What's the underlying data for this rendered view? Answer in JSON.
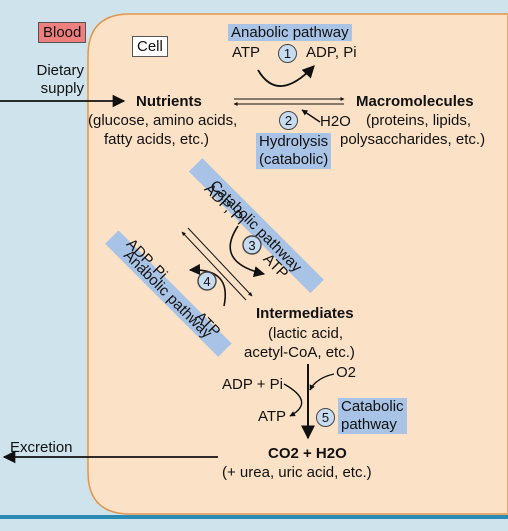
{
  "colors": {
    "blood_bg": "#cfe3ec",
    "cell_bg": "#fbe2c7",
    "cell_border": "#e2964a",
    "highlight": "#a9c3e6",
    "blood_label_bg": "#ee7f7f",
    "arrow": "#111111"
  },
  "labels": {
    "blood": "Blood",
    "cell": "Cell",
    "dietary_supply_line1": "Dietary",
    "dietary_supply_line2": "supply",
    "excretion": "Excretion"
  },
  "pathways": {
    "anabolic_top_title": "Anabolic pathway",
    "anabolic_top_atp": "ATP",
    "anabolic_top_num": "1",
    "anabolic_top_adp": "ADP, Pi",
    "hydrolysis_num": "2",
    "hydrolysis_h2o": "H2O",
    "hydrolysis_line1": "Hydrolysis",
    "hydrolysis_line2": "(catabolic)",
    "catabolic_diag_title": "Catabolic pathway",
    "catabolic_diag_adp": "ADP, Pi",
    "catabolic_diag_num": "3",
    "catabolic_diag_atp": "ATP",
    "anabolic_diag_title": "Anabolic pathway",
    "anabolic_diag_adp": "ADP, Pi",
    "anabolic_diag_num": "4",
    "anabolic_diag_atp": "ATP",
    "catabolic_bottom_line1": "Catabolic",
    "catabolic_bottom_line2": "pathway",
    "catabolic_bottom_num": "5",
    "adp_pi_bottom": "ADP + Pi",
    "atp_bottom": "ATP",
    "o2": "O2"
  },
  "nodes": {
    "nutrients_title": "Nutrients",
    "nutrients_line1": "(glucose, amino acids,",
    "nutrients_line2": "fatty acids, etc.)",
    "macro_title": "Macromolecules",
    "macro_line1": "(proteins, lipids,",
    "macro_line2": "polysaccharides, etc.)",
    "inter_title": "Intermediates",
    "inter_line1": "(lactic acid,",
    "inter_line2": "acetyl-CoA, etc.)",
    "co2_title": "CO2 + H2O",
    "co2_line1": "(+ urea, uric acid, etc.)"
  }
}
